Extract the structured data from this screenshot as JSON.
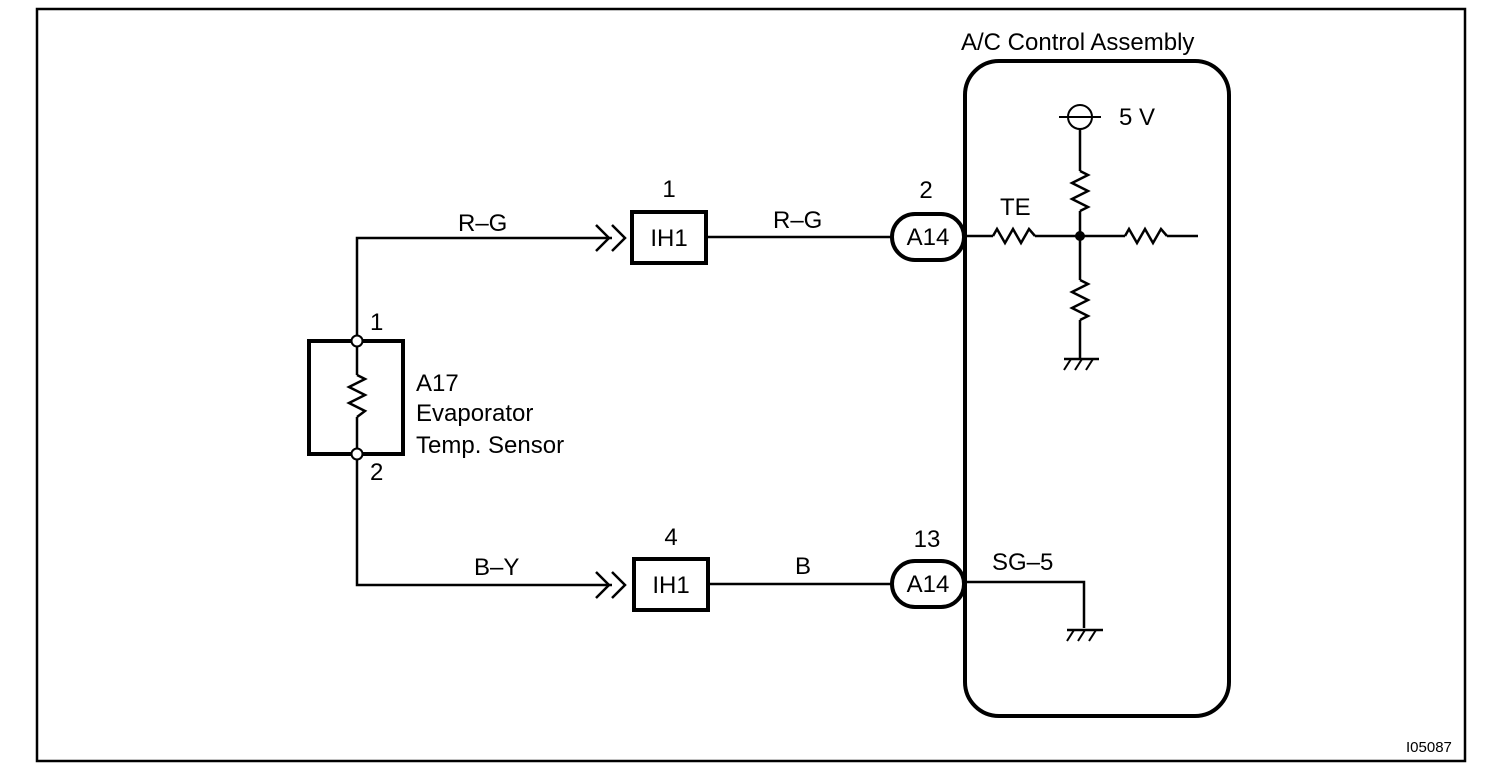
{
  "assembly": {
    "title": "A/C Control Assembly"
  },
  "supply": {
    "voltage_label": "5 V"
  },
  "sensor": {
    "code": "A17",
    "name_line1": "Evaporator",
    "name_line2": "Temp. Sensor",
    "pin_top": "1",
    "pin_bottom": "2"
  },
  "top_circuit": {
    "wire_left": "R–G",
    "connector_pin": "1",
    "connector": "IH1",
    "wire_right": "R–G",
    "ecu_pin": "2",
    "ecu_connector": "A14",
    "signal": "TE"
  },
  "bottom_circuit": {
    "wire_left": "B–Y",
    "connector_pin": "4",
    "connector": "IH1",
    "wire_right": "B",
    "ecu_pin": "13",
    "ecu_connector": "A14",
    "signal": "SG–5"
  },
  "figure_code": "I05087"
}
